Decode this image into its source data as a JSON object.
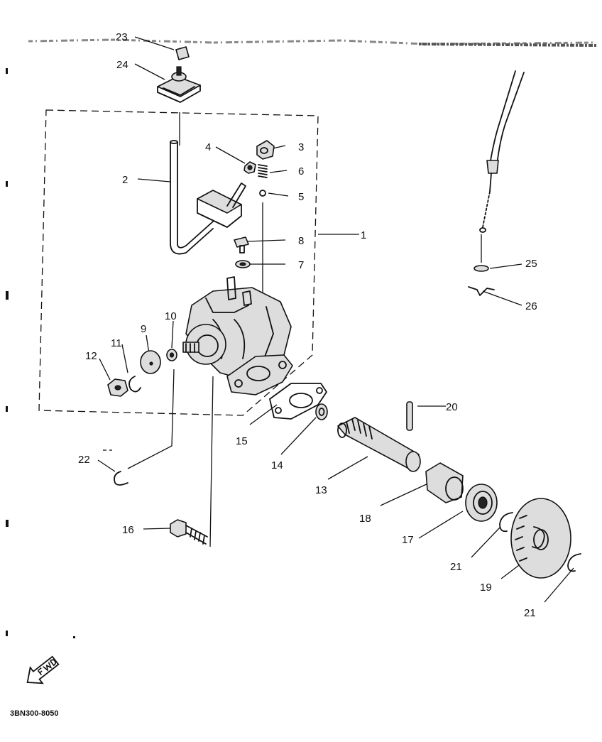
{
  "diagram": {
    "labels": [
      "1",
      "2",
      "3",
      "4",
      "5",
      "6",
      "7",
      "8",
      "9",
      "10",
      "11",
      "12",
      "13",
      "14",
      "15",
      "16",
      "17",
      "18",
      "19",
      "20",
      "21",
      "22",
      "23",
      "24",
      "25",
      "26"
    ],
    "label_21b": "21",
    "part_code": "3BN300-8050",
    "fwd_icon": "fwd-arrow-icon"
  }
}
